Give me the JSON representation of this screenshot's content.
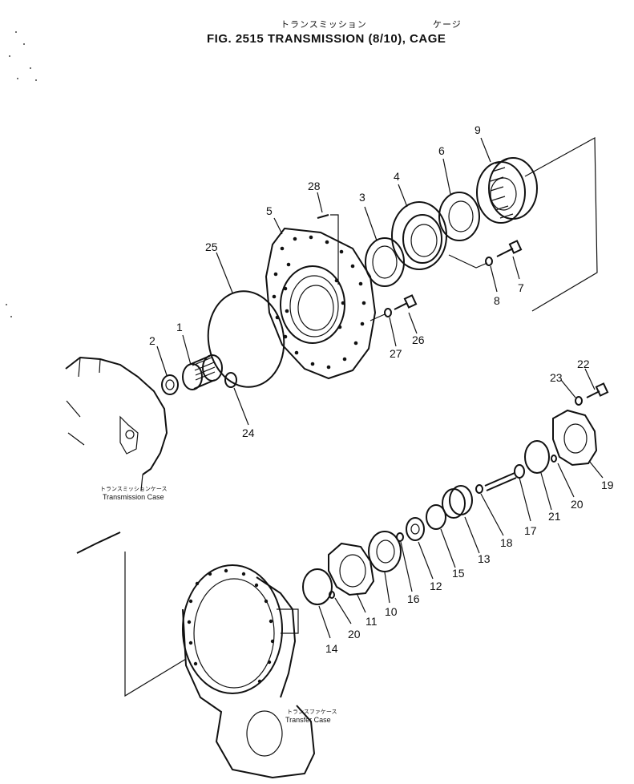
{
  "figure": {
    "title_jp_left": "トランスミッション",
    "title_jp_right": "ケージ",
    "title": "FIG. 2515   TRANSMISSION  (8/10),  CAGE"
  },
  "labels": {
    "transmission_case_jp": "トランスミッションケース",
    "transmission_case": "Transmission  Case",
    "transfer_case_jp": "トランスファケース",
    "transfer_case": "Transfer  Case"
  },
  "parts": [
    {
      "no": "1"
    },
    {
      "no": "2"
    },
    {
      "no": "3"
    },
    {
      "no": "4"
    },
    {
      "no": "5"
    },
    {
      "no": "6"
    },
    {
      "no": "7"
    },
    {
      "no": "8"
    },
    {
      "no": "9"
    },
    {
      "no": "10"
    },
    {
      "no": "11"
    },
    {
      "no": "12"
    },
    {
      "no": "13"
    },
    {
      "no": "14"
    },
    {
      "no": "15"
    },
    {
      "no": "16"
    },
    {
      "no": "17"
    },
    {
      "no": "18"
    },
    {
      "no": "19"
    },
    {
      "no": "20"
    },
    {
      "no": "20"
    },
    {
      "no": "21"
    },
    {
      "no": "22"
    },
    {
      "no": "23"
    },
    {
      "no": "24"
    },
    {
      "no": "25"
    },
    {
      "no": "26"
    },
    {
      "no": "27"
    },
    {
      "no": "28"
    }
  ]
}
